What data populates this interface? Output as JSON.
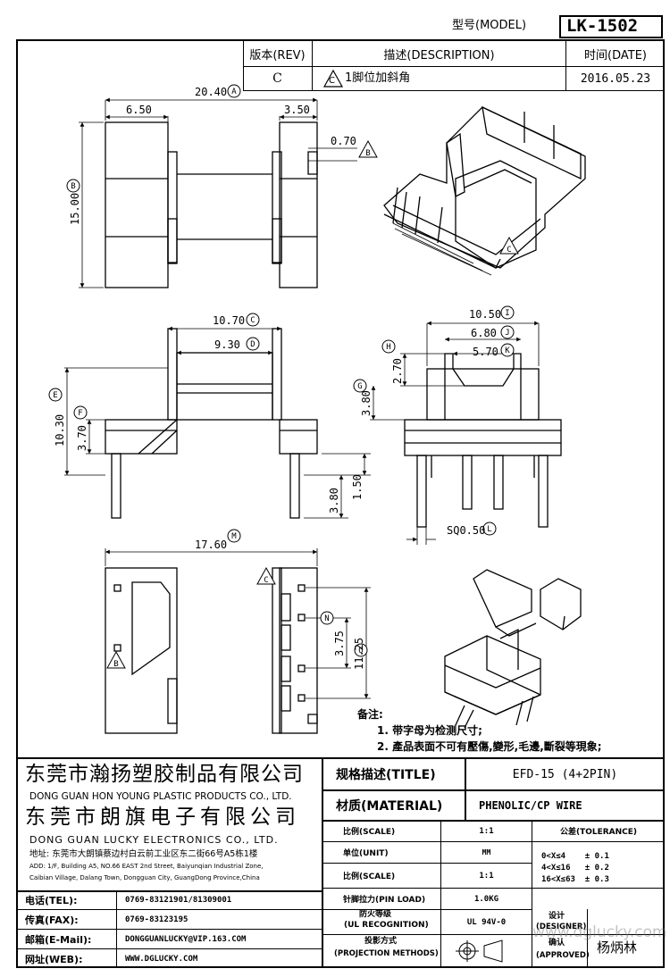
{
  "header": {
    "model_label": "型号(MODEL)",
    "model_value": "LK-1502",
    "rev_label": "版本(REV)",
    "desc_label": "描述(DESCRIPTION)",
    "date_label": "时间(DATE)",
    "rev_value": "C",
    "desc_marker": "C",
    "desc_value": "1脚位加斜角",
    "date_value": "2016.05.23"
  },
  "dimensions": {
    "d_20_40": "20.40",
    "d_6_50": "6.50",
    "d_3_50": "3.50",
    "d_0_70": "0.70",
    "d_15_00": "15.00",
    "d_10_70": "10.70",
    "d_9_30": "9.30",
    "d_10_30": "10.30",
    "d_3_70": "3.70",
    "d_3_80a": "3.80",
    "d_1_50": "1.50",
    "d_10_50": "10.50",
    "d_6_80": "6.80",
    "d_5_70": "5.70",
    "d_2_70": "2.70",
    "d_3_80b": "3.80",
    "d_sq": "SQ0.50",
    "d_17_60": "17.60",
    "d_3_75": "3.75",
    "d_11_25": "11.25"
  },
  "markers": {
    "A": "A",
    "B": "B",
    "C": "C",
    "D": "D",
    "E": "E",
    "F": "F",
    "G": "G",
    "H": "H",
    "I": "I",
    "J": "J",
    "K": "K",
    "L": "L",
    "M": "M",
    "N": "N",
    "O": "O"
  },
  "notes": {
    "title": "备注:",
    "line1": "1. 带字母为检测尺寸;",
    "line2": "2. 產品表面不可有壓傷,變形,毛邊,斷裂等現象;"
  },
  "company": {
    "name1_cn": "东莞市瀚扬塑胶制品有限公司",
    "name1_en": "DONG GUAN HON YOUNG PLASTIC PRODUCTS CO., LTD.",
    "name2_cn": "东莞市朗旗电子有限公司",
    "name2_en": "DONG GUAN LUCKY ELECTRONICS CO., LTD.",
    "addr_cn": "地址: 东莞市大朗镇蔡边村白云前工业区东二街66号A5栋1楼",
    "addr_en1": "ADD: 1/F, Building A5, NO.66 EAST 2nd Street, Baiyunqian Industrial Zone,",
    "addr_en2": "Caibian Village, Dalang Town, Dongguan City, GuangDong Province,China"
  },
  "contact": {
    "tel_label": "电话(TEL):",
    "tel_value": "0769-83121901/81309001",
    "fax_label": "传真(FAX):",
    "fax_value": "0769-83123195",
    "mail_label": "邮箱(E-Mail):",
    "mail_value": "DONGGUANLUCKY@VIP.163.COM",
    "web_label": "网址(WEB):",
    "web_value": "WWW.DGLUCKY.COM"
  },
  "spec": {
    "title_label": "规格描述(TITLE)",
    "title_value": "EFD-15 (4+2PIN)",
    "material_label": "材质(MATERIAL)",
    "material_value": "PHENOLIC/CP WIRE",
    "scale_label": "比例(SCALE)",
    "scale_value": "1:1",
    "tolerance_label": "公差(TOLERANCE)",
    "unit_label": "单位(UNIT)",
    "unit_value": "MM",
    "tol1": "0<X≤4    ± 0.1",
    "tol2": "4<X≤16   ± 0.2",
    "tol3": "16<X≤63  ± 0.3",
    "scale2_label": "比例(SCALE)",
    "scale2_value": "1:1",
    "pin_label": "针脚拉力(PIN LOAD)",
    "pin_value": "1.0KG",
    "fire_label1": "防火等级",
    "fire_label2": "(UL RECOGNITION)",
    "fire_value": "UL 94V-0",
    "designer_label1": "设计",
    "designer_label2": "(DESIGNER)",
    "proj_label1": "投影方式",
    "proj_label2": "(PROJECTION METHODS)",
    "approved_label1": "确认",
    "approved_label2": "(APPROVED)",
    "approved_value": "杨炳林",
    "watermark": "www.dglucky.com"
  }
}
